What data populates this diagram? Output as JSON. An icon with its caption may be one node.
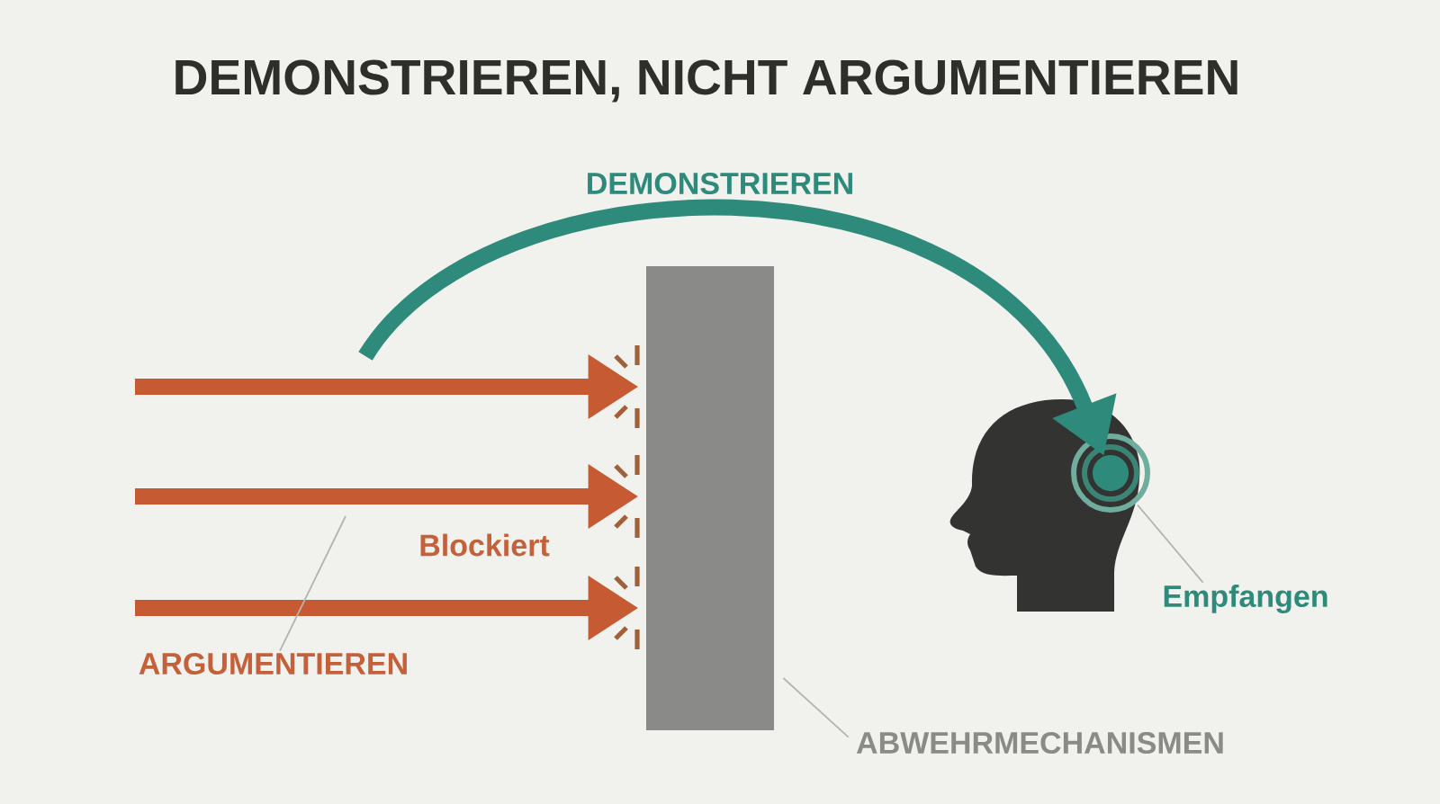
{
  "diagram": {
    "title": "DEMONSTRIEREN, NICHT ARGUMENTIEREN",
    "nodes": [
      {
        "text": [],
        "shape": "box"
      },
      {
        "text": [],
        "shape": "person"
      },
      {
        "text": [],
        "shape": "circle"
      },
      {
        "text": [
          "ARGUMENTIEREN"
        ]
      },
      {
        "text": [
          "ABWEHRMECHANISMEN"
        ]
      },
      {
        "text": [
          "Empfangen"
        ]
      }
    ],
    "edges": [
      {
        "from": null,
        "to": 0,
        "arrow": "to"
      },
      {
        "from": null,
        "to": 0,
        "arrow": "to"
      },
      {
        "from": null,
        "to": 0,
        "arrow": "to"
      },
      {
        "from": null,
        "to": 2,
        "arrow": "to",
        "color": "#2e8a7a",
        "label": "DEMONSTRIEREN"
      },
      {
        "from": 3,
        "to": null,
        "arrow": "none",
        "color": "#b3b3af"
      },
      {
        "from": 4,
        "to": 0,
        "arrow": "none",
        "color": "#b3b3af"
      },
      {
        "from": 5,
        "to": 2,
        "arrow": "none",
        "color": "#b3b3af"
      }
    ],
    "labels": [
      "Blockiert"
    ]
  }
}
